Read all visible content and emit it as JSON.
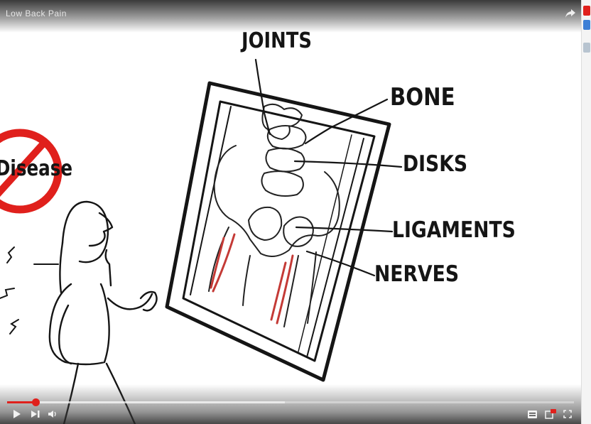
{
  "player": {
    "title": "Low Back Pain",
    "progress_fraction": 0.05,
    "buffered_fraction": 0.49,
    "accent_color": "#e0201c"
  },
  "scene": {
    "labels": {
      "joints": "JOINTS",
      "bone": "BONE",
      "disks": "DISKS",
      "ligaments": "LIGAMENTS",
      "nerves": "NERVES"
    },
    "no_sign_text": "Disease"
  },
  "controls": {
    "icons": [
      "play-icon",
      "next-icon",
      "volume-icon",
      "settings-icon",
      "youtube-logo-icon",
      "fullscreen-icon",
      "share-icon"
    ]
  }
}
